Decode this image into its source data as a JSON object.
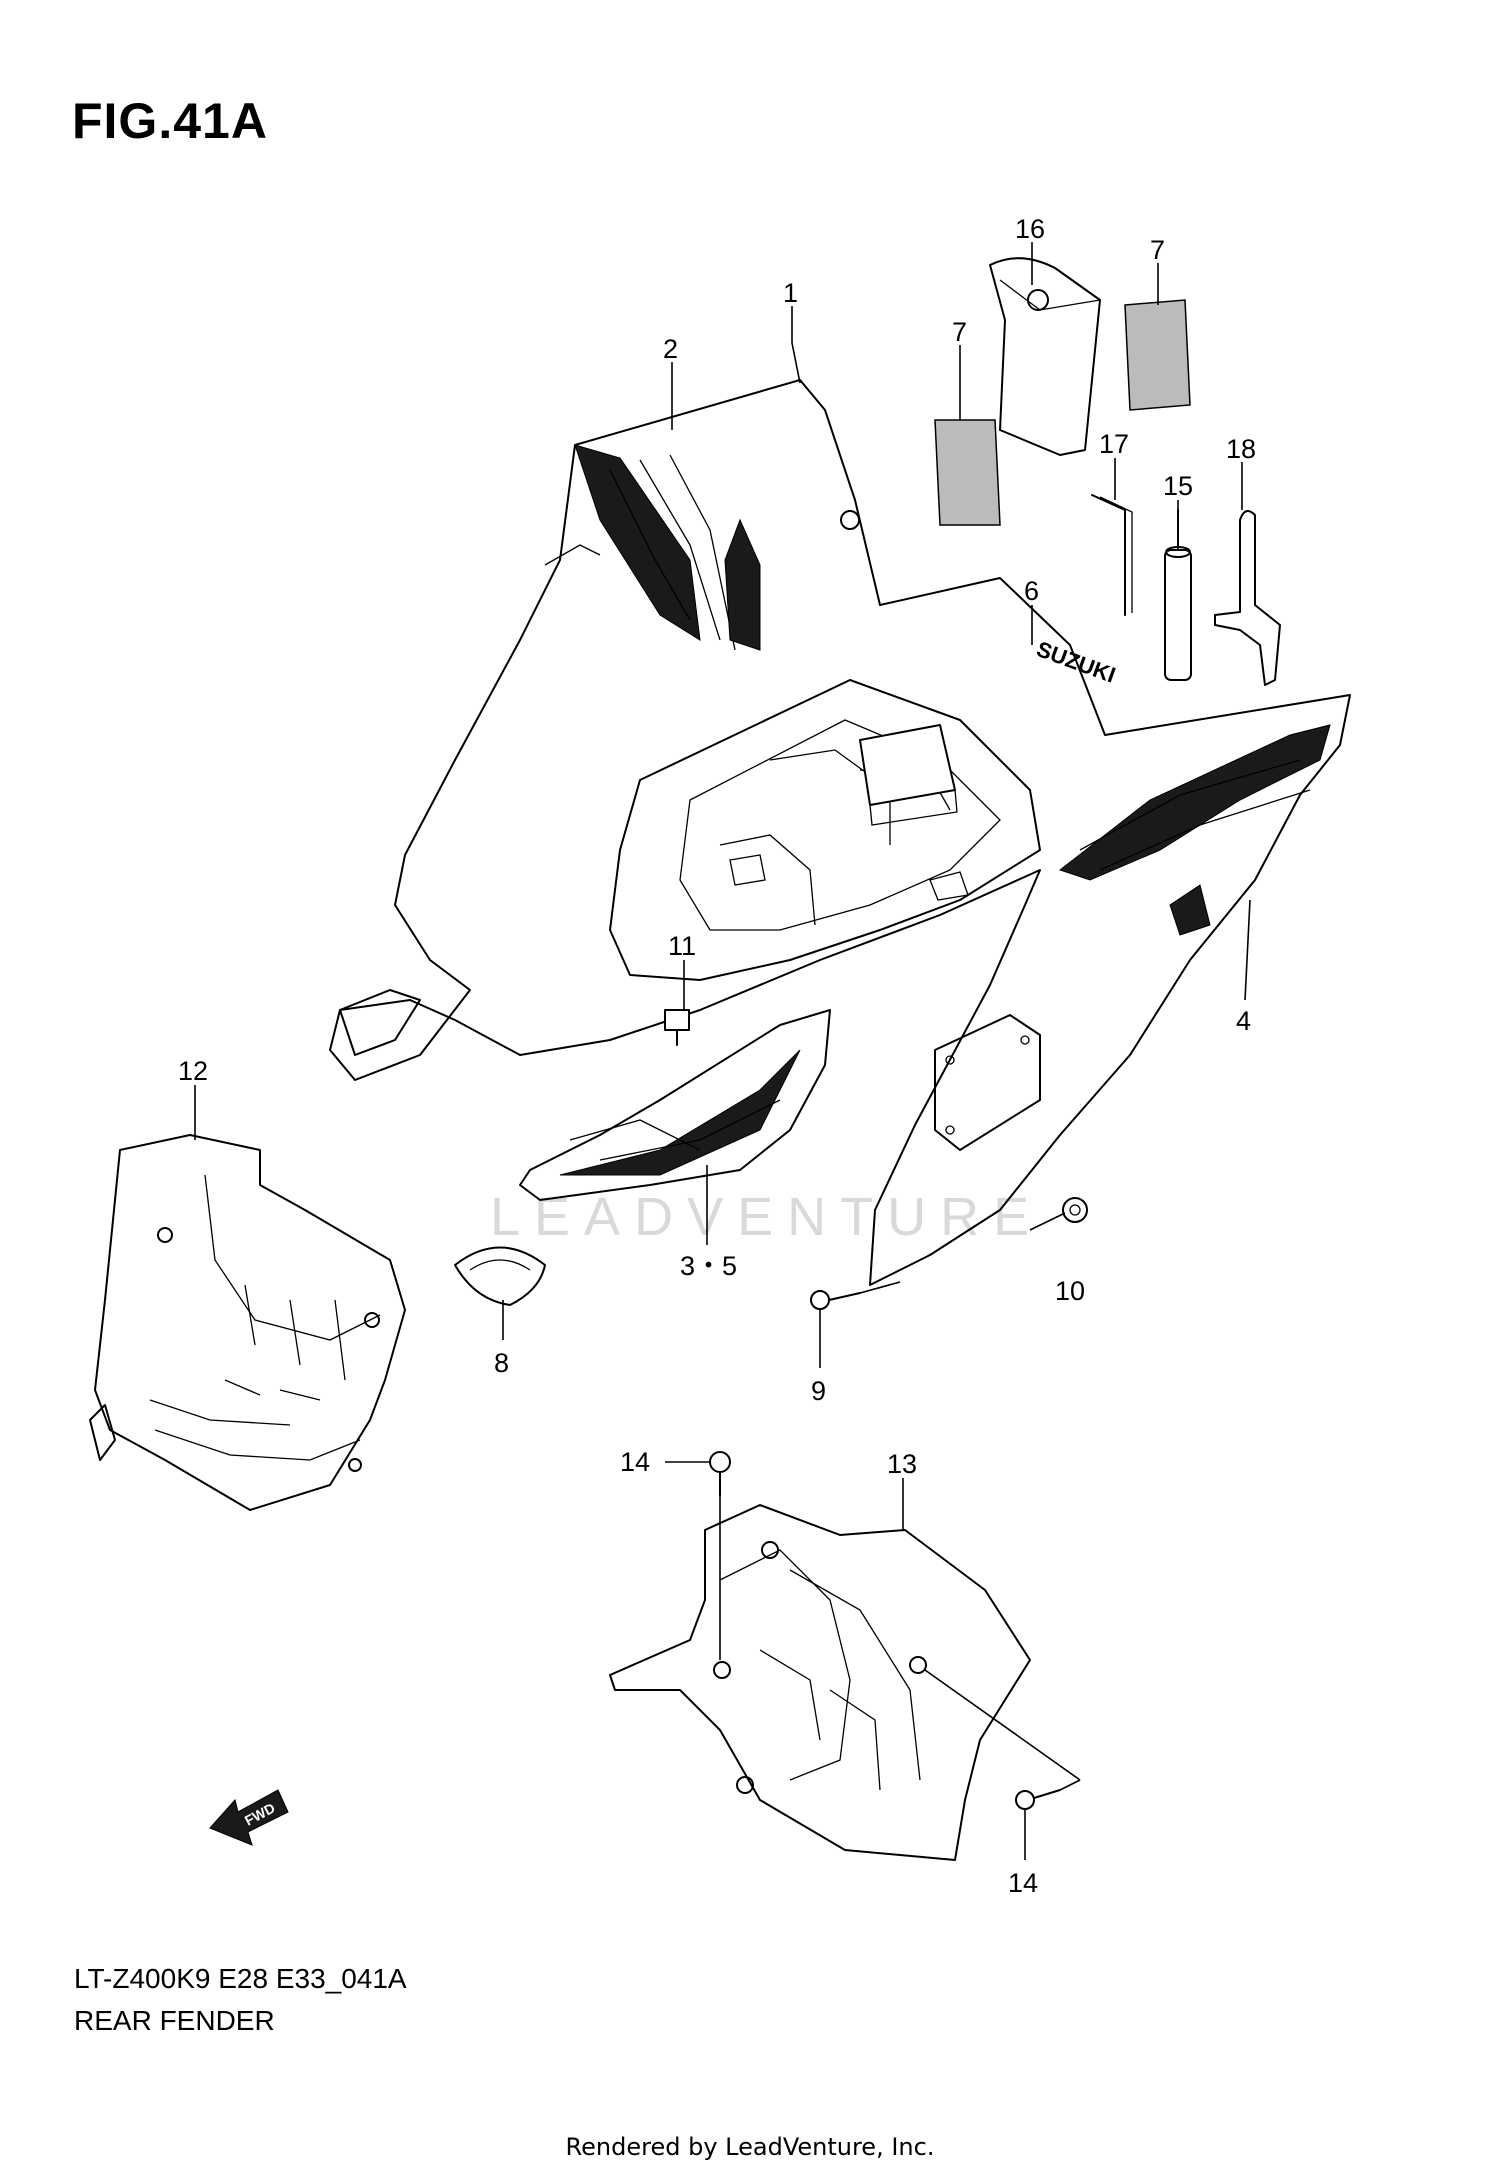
{
  "figure": {
    "title": "FIG.41A",
    "code": "LT-Z400K9 E28 E33_041A",
    "name": "REAR FENDER",
    "rendered_by": "Rendered by LeadVenture, Inc.",
    "watermark": "LEADVENTURE"
  },
  "callouts": {
    "c1": "1",
    "c2": "2",
    "c3_5": "3・5",
    "c4": "4",
    "c6": "6",
    "c7a": "7",
    "c7b": "7",
    "c8": "8",
    "c9": "9",
    "c10": "10",
    "c11": "11",
    "c12": "12",
    "c13": "13",
    "c14a": "14",
    "c14b": "14",
    "c15": "15",
    "c16": "16",
    "c17": "17",
    "c18": "18"
  },
  "decal_text": {
    "brand": "SUZUKI",
    "fwd": "FWD"
  }
}
